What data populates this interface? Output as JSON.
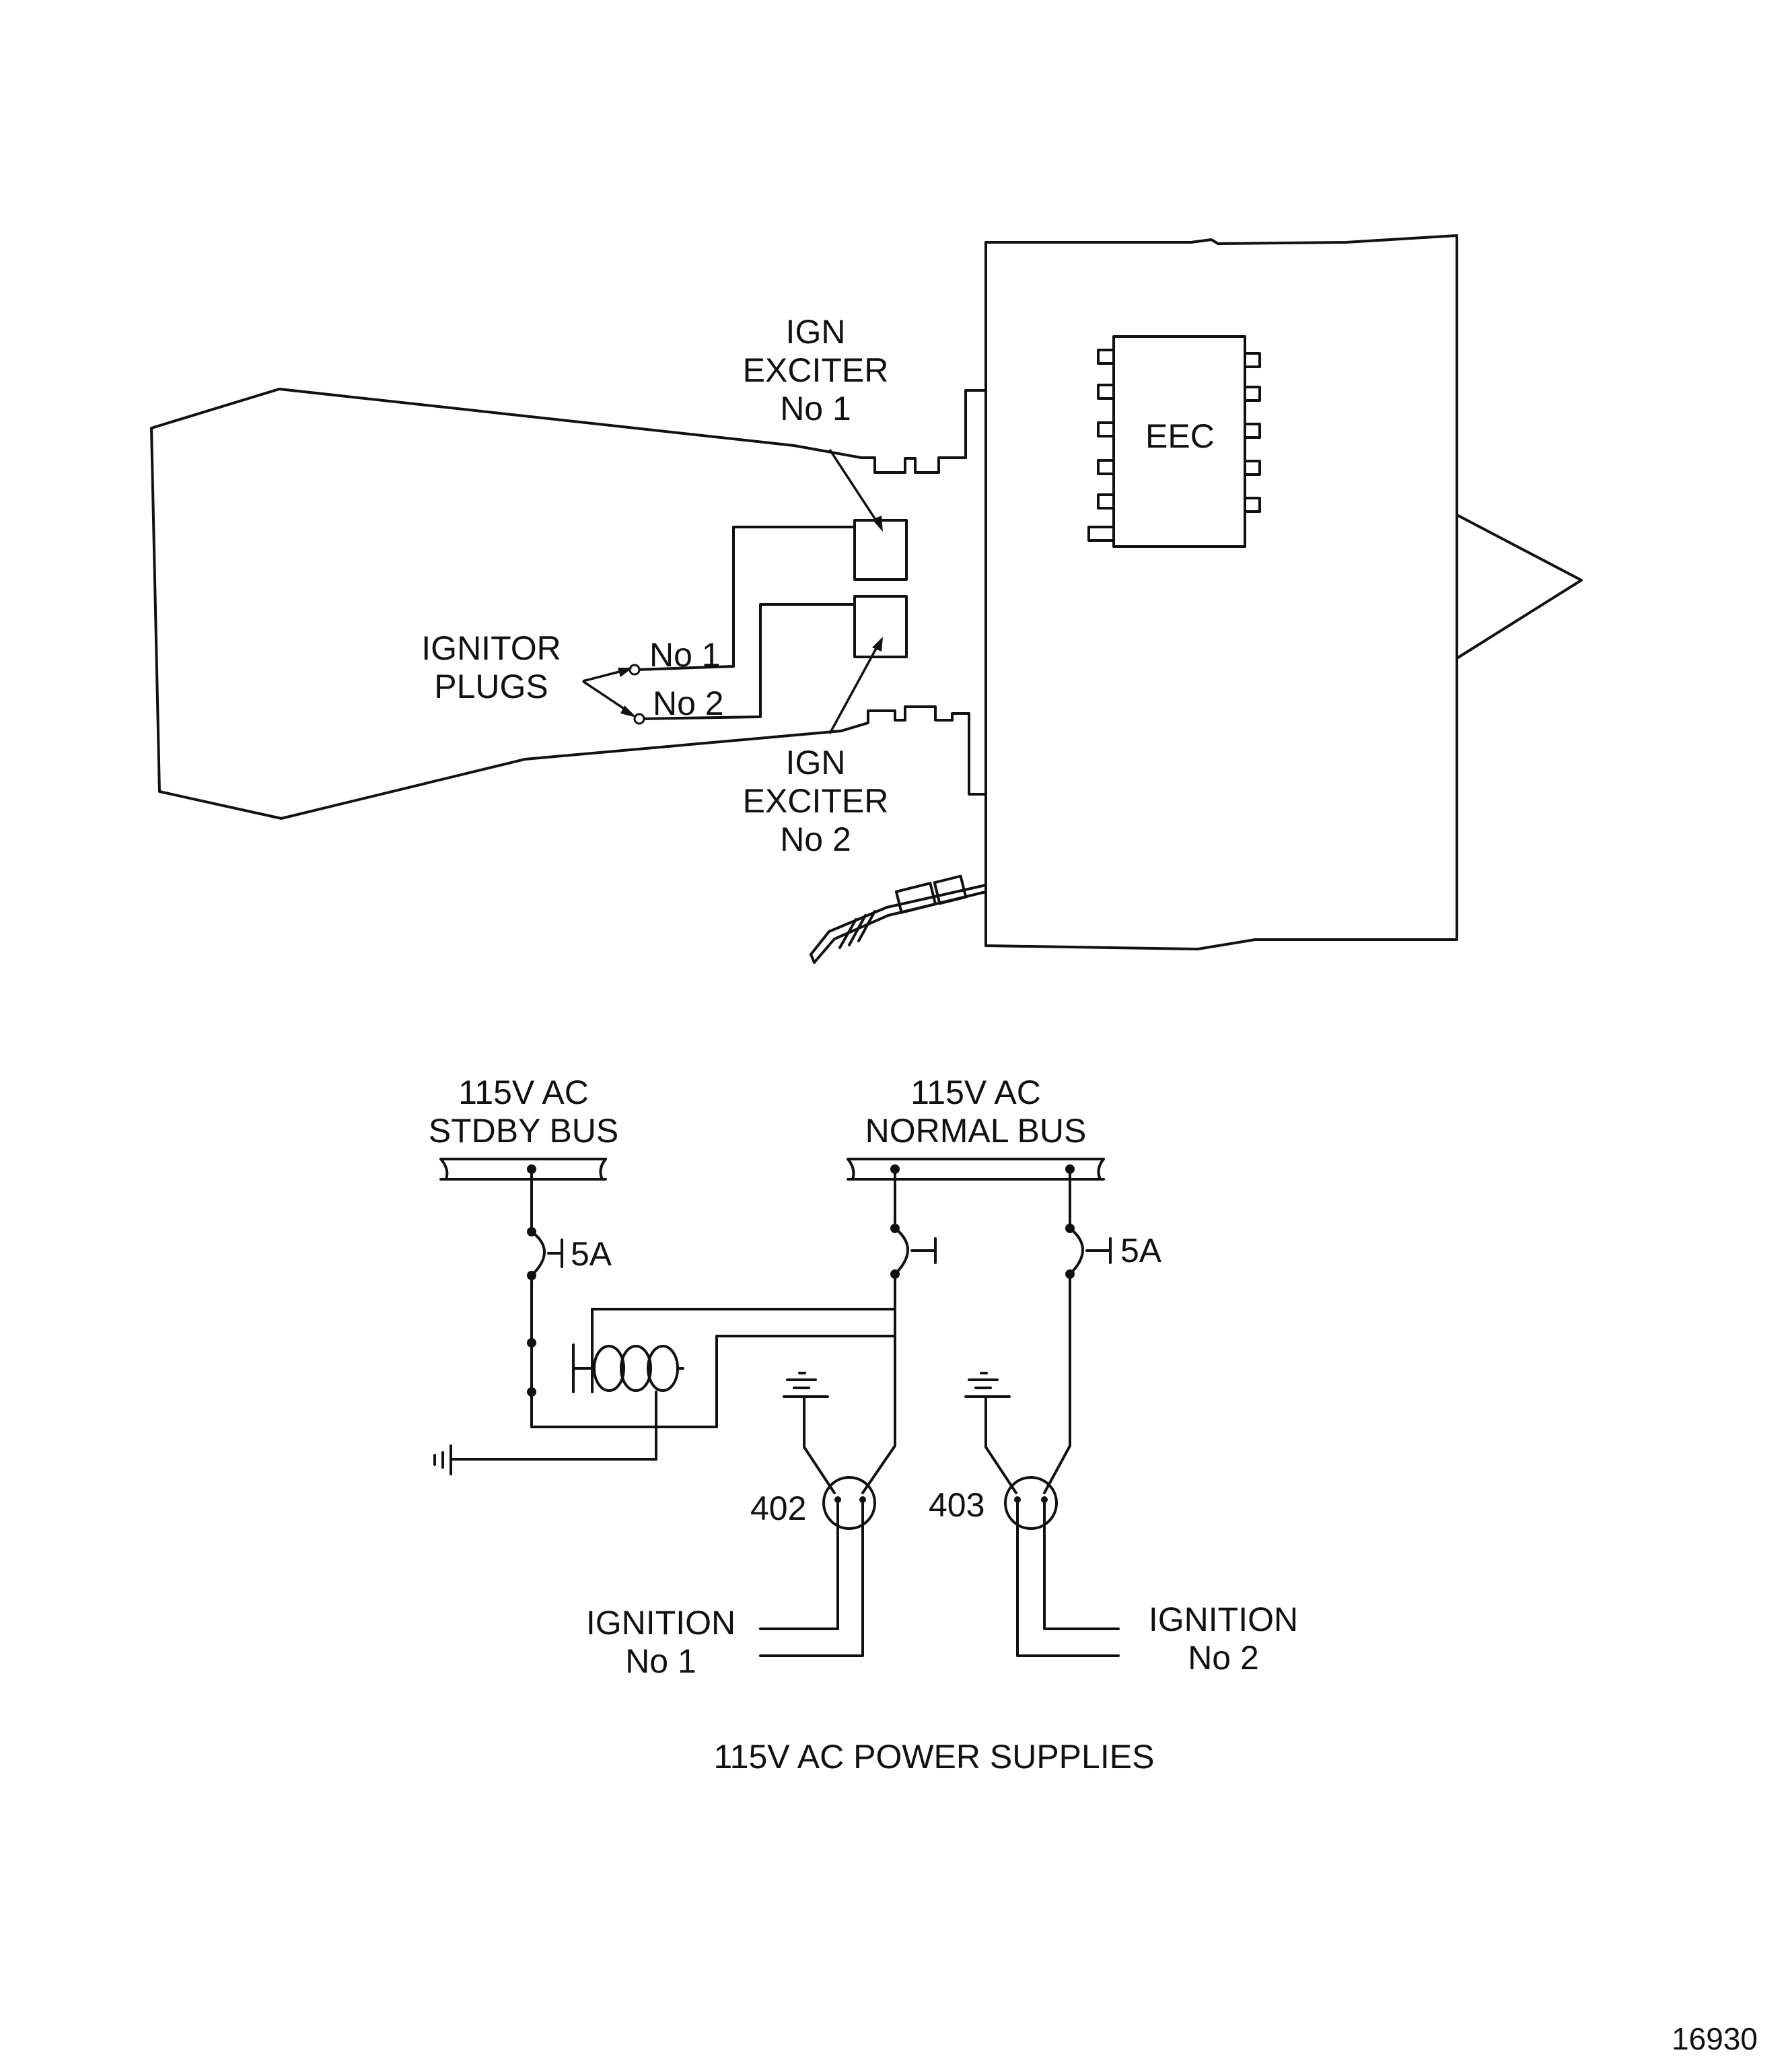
{
  "engine": {
    "ign_exciter_1": [
      "IGN",
      "EXCITER",
      "No 1"
    ],
    "ign_exciter_2": [
      "IGN",
      "EXCITER",
      "No 2"
    ],
    "ignitor_plugs": [
      "IGNITOR",
      "PLUGS"
    ],
    "plug_1": "No 1",
    "plug_2": "No 2",
    "eec": "EEC"
  },
  "circuit": {
    "stdby_bus": [
      "115V AC",
      "STDBY BUS"
    ],
    "normal_bus": [
      "115V AC",
      "NORMAL BUS"
    ],
    "breaker_stdby": "5A",
    "breaker_normal_2": "5A",
    "connector_402": "402",
    "connector_403": "403",
    "ignition_1": [
      "IGNITION",
      "No 1"
    ],
    "ignition_2": [
      "IGNITION",
      "No 2"
    ]
  },
  "caption": "115V AC POWER SUPPLIES",
  "figure_number": "16930"
}
